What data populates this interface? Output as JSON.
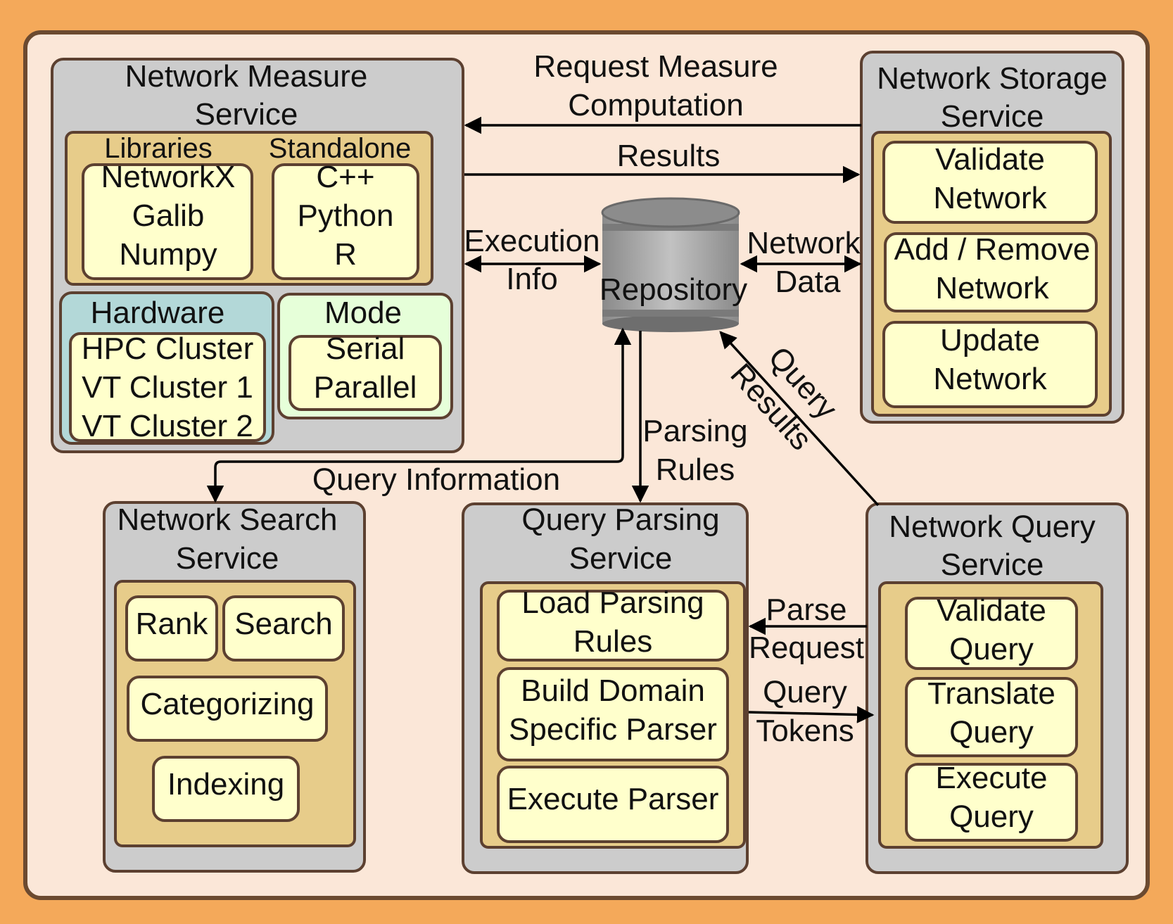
{
  "colors": {
    "outer_border": "#f4a95a",
    "canvas": "#fbe7d8",
    "service_box": "#cccccc",
    "inner_panel": "#e7cc8a",
    "item_box": "#ffffcc",
    "hardware_panel": "#b3d8d8",
    "mode_panel": "#e6ffd9",
    "box_stroke": "#5c4030",
    "arrow": "#000000",
    "repository": "#9a9a9a"
  },
  "measure": {
    "title1": "Network Measure",
    "title2": "Service",
    "libraries": {
      "label": "Libraries",
      "items": [
        "NetworkX",
        "Galib",
        "Numpy"
      ]
    },
    "standalone": {
      "label": "Standalone",
      "items": [
        "C++",
        "Python",
        "R"
      ]
    },
    "hardware": {
      "label": "Hardware",
      "items": [
        "HPC Cluster",
        "VT Cluster 1",
        "VT Cluster 2"
      ]
    },
    "mode": {
      "label": "Mode",
      "items": [
        "Serial",
        "Parallel"
      ]
    }
  },
  "storage": {
    "title1": "Network Storage",
    "title2": "Service",
    "items": [
      [
        "Validate",
        "Network"
      ],
      [
        "Add / Remove",
        "Network"
      ],
      [
        "Update",
        "Network"
      ]
    ]
  },
  "search": {
    "title1": "Network Search",
    "title2": "Service",
    "rank": "Rank",
    "search": "Search",
    "categorizing": "Categorizing",
    "indexing": "Indexing"
  },
  "parsing": {
    "title1": "Query Parsing",
    "title2": "Service",
    "items": [
      [
        "Load Parsing",
        "Rules"
      ],
      [
        "Build Domain",
        "Specific Parser"
      ],
      [
        "Execute Parser"
      ]
    ]
  },
  "query": {
    "title1": "Network Query",
    "title2": "Service",
    "items": [
      [
        "Validate",
        "Query"
      ],
      [
        "Translate",
        "Query"
      ],
      [
        "Execute",
        "Query"
      ]
    ]
  },
  "repository": {
    "label": "Repository"
  },
  "arrows": {
    "request_measure": [
      "Request Measure",
      "Computation"
    ],
    "results": "Results",
    "execution_info": [
      "Execution",
      "Info"
    ],
    "network_data": [
      "Network",
      "Data"
    ],
    "query_results": [
      "Query",
      "Results"
    ],
    "parsing_rules": [
      "Parsing",
      "Rules"
    ],
    "query_information": "Query Information",
    "parse_request": [
      "Parse",
      "Request"
    ],
    "query_tokens": [
      "Query",
      "Tokens"
    ]
  }
}
